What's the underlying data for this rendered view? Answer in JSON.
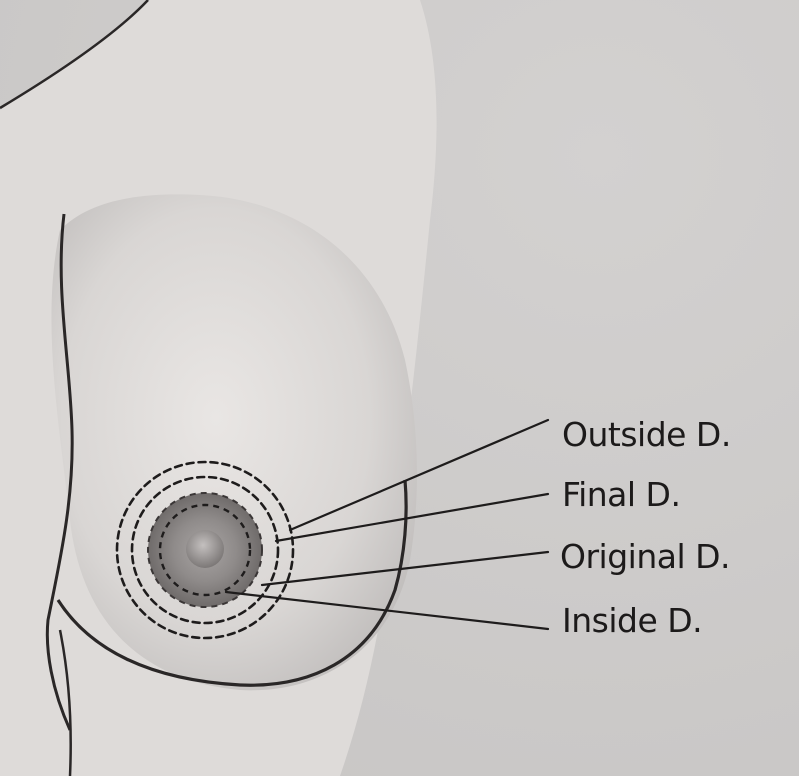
{
  "labels": {
    "outside": "Outside D.",
    "final": "Final D.",
    "original": "Original D.",
    "inside": "Inside D."
  },
  "colors": {
    "paper": "#d9d7d6",
    "ink": "#1c1a1a",
    "skin_light": "#e6e3e1",
    "skin_shadow": "#b9b6b5",
    "areola": "#8a8686"
  }
}
